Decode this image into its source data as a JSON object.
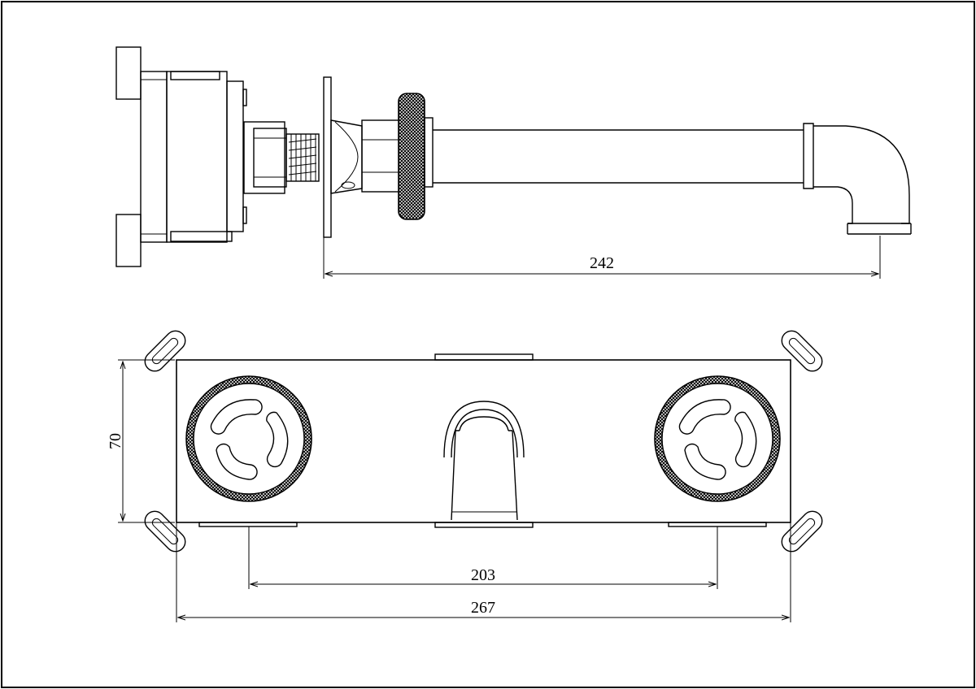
{
  "dimensions": {
    "side_projection": "242",
    "front_height": "70",
    "handle_spacing": "203",
    "plate_width": "267"
  }
}
